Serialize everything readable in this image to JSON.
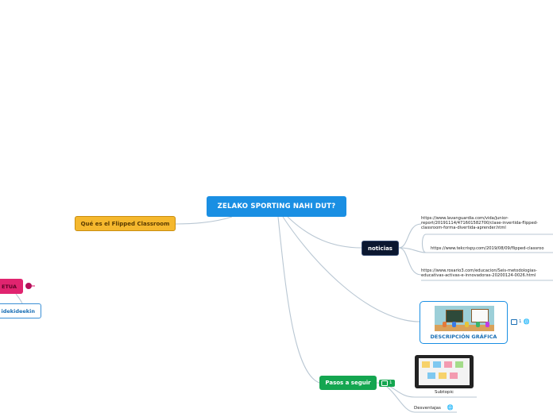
{
  "central": {
    "label": "ZELAKO SPORTING NAHI DUT?"
  },
  "branches": {
    "flipped": {
      "label": "Qué es el Flipped Classroom"
    },
    "noticias": {
      "label": "noticias",
      "links": [
        "https://www.lavanguardia.com/vida/junior-report/20191114/471601582700/clase-invertida-flipped-classroom-forma-divertida-aprender.html",
        "https://www.tekcrispy.com/2019/08/09/flipped-classroo",
        "https://www.rosario3.com/educacion/Seis-metodologias-educativas-activas-e-innovadoras-20200124-0026.html"
      ],
      "link_lines": [
        [
          "https://www.lavanguardia.com/vida/junior-",
          "report/20191114/471601582700/clase-invertida-flipped-",
          "classroom-forma-divertida-aprender.html"
        ],
        [
          "https://www.tekcrispy.com/2019/08/09/flipped-classroo"
        ],
        [
          "https://www.rosario3.com/educacion/Seis-metodologias-",
          "educativas-activas-e-innovadoras-20200124-0026.html"
        ]
      ]
    },
    "descripcion": {
      "label": "DESCRIPCIÓN GRÁFICA",
      "comment_count": "1",
      "icons": [
        "comment-icon",
        "globe-icon"
      ]
    },
    "pasos": {
      "label": "Pasos a seguir",
      "comment_count": "1",
      "children": {
        "subtopic": "Subtopic",
        "desventajas": "Desventajas"
      }
    },
    "left_partial": {
      "pink_label": "ETUA",
      "blue_label": "idekideekin"
    }
  },
  "colors": {
    "central": "#1a8fe3",
    "flipped": "#f5b82e",
    "noticias": "#0b1730",
    "pasos": "#14a650",
    "pink": "#e0246f",
    "line": "#b9c7d3"
  }
}
